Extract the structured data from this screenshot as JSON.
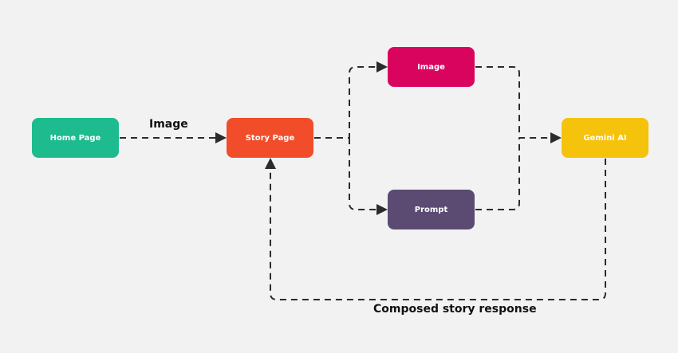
{
  "nodes": {
    "home": {
      "label": "Home Page",
      "color": "#1dbb8e"
    },
    "story": {
      "label": "Story Page",
      "color": "#f14d2a"
    },
    "image": {
      "label": "Image",
      "color": "#d9045e"
    },
    "prompt": {
      "label": "Prompt",
      "color": "#5b4b73"
    },
    "gemini": {
      "label": "Gemini AI",
      "color": "#f5c20c"
    }
  },
  "edges": {
    "home_to_story": {
      "label": "Image"
    },
    "gemini_to_story": {
      "label": "Composed story response"
    }
  },
  "colors": {
    "background": "#f2f2f2",
    "edge": "#2b2b2b",
    "text_dark": "#111111"
  }
}
